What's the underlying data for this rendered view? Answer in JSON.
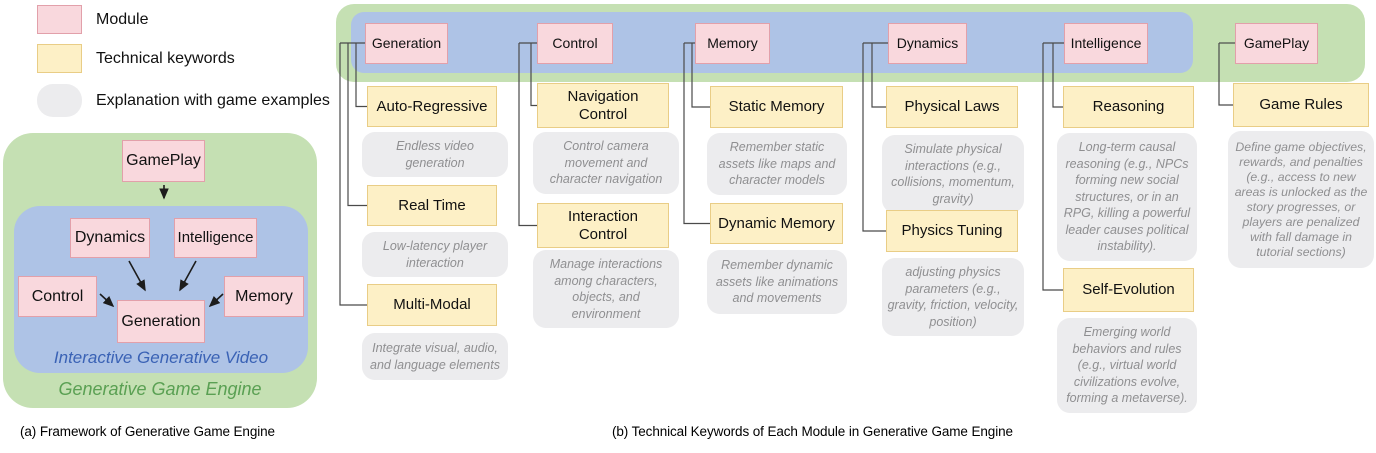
{
  "legend": {
    "module_label": "Module",
    "keyword_label": "Technical keywords",
    "explanation_label": "Explanation with game examples"
  },
  "panel_a": {
    "caption": "(a) Framework of Generative Game Engine",
    "gameplay": "GamePlay",
    "dynamics": "Dynamics",
    "intelligence": "Intelligence",
    "control": "Control",
    "memory": "Memory",
    "generation": "Generation",
    "inner_label": "Interactive Generative Video",
    "outer_label": "Generative Game Engine"
  },
  "panel_b": {
    "caption": "(b) Technical Keywords of Each Module in Generative Game Engine",
    "columns": [
      {
        "module": "Generation",
        "items": [
          {
            "keyword": "Auto-Regressive",
            "explanation": "Endless video generation"
          },
          {
            "keyword": "Real Time",
            "explanation": "Low-latency player interaction"
          },
          {
            "keyword": "Multi-Modal",
            "explanation": "Integrate visual, audio, and language elements"
          }
        ]
      },
      {
        "module": "Control",
        "items": [
          {
            "keyword": "Navigation Control",
            "explanation": "Control camera movement and character navigation"
          },
          {
            "keyword": "Interaction Control",
            "explanation": "Manage interactions among characters, objects, and environment"
          }
        ]
      },
      {
        "module": "Memory",
        "items": [
          {
            "keyword": "Static Memory",
            "explanation": "Remember static assets like maps and character models"
          },
          {
            "keyword": "Dynamic Memory",
            "explanation": "Remember dynamic assets like animations and movements"
          }
        ]
      },
      {
        "module": "Dynamics",
        "items": [
          {
            "keyword": "Physical Laws",
            "explanation": "Simulate physical interactions (e.g., collisions, momentum, gravity)"
          },
          {
            "keyword": "Physics Tuning",
            "explanation": "adjusting physics parameters (e.g., gravity, friction, velocity, position)"
          }
        ]
      },
      {
        "module": "Intelligence",
        "items": [
          {
            "keyword": "Reasoning",
            "explanation": "Long-term causal reasoning (e.g., NPCs forming new social structures, or in an RPG, killing a powerful leader causes political instability)."
          },
          {
            "keyword": "Self-Evolution",
            "explanation": "Emerging world behaviors and rules (e.g., virtual world civilizations evolve, forming a metaverse)."
          }
        ]
      },
      {
        "module": "GamePlay",
        "items": [
          {
            "keyword": "Game Rules",
            "explanation": "Define game objectives, rewards, and penalties (e.g., access to new areas is unlocked as the story progresses, or players are penalized with fall damage in tutorial sections)"
          }
        ]
      }
    ]
  },
  "colors": {
    "module_fill": "#f9d8dd",
    "module_border": "#e2a0aa",
    "keyword_fill": "#fdf0c6",
    "keyword_border": "#e9cd86",
    "explanation_fill": "#ececee",
    "explanation_text": "#8f8f91",
    "inner_panel": "#aec3e6",
    "outer_panel": "#c5e0b3",
    "inner_label_color": "#3a62b5",
    "outer_label_color": "#5aa053",
    "connector": "#4a4a4a",
    "arrow": "#1c1c1c"
  }
}
